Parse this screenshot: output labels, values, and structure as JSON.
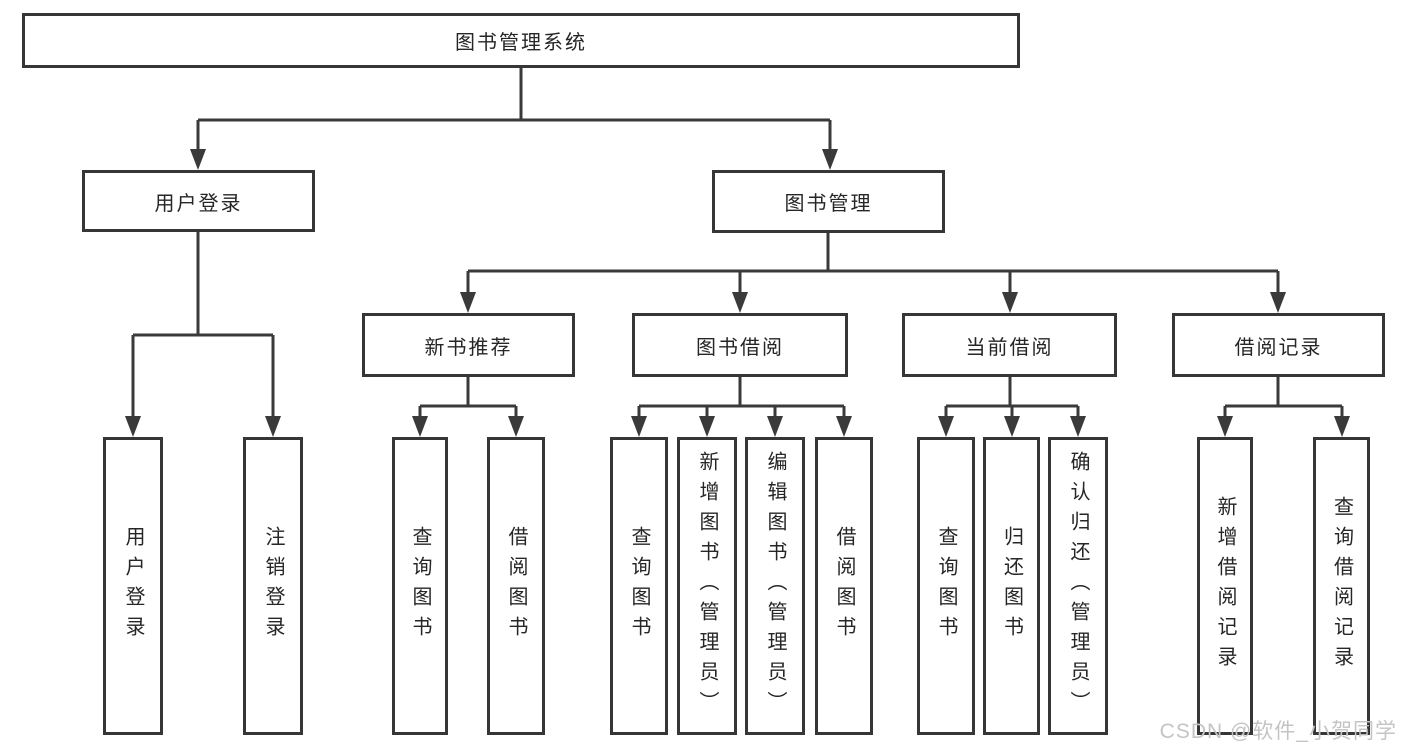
{
  "diagram_type": "function-structure-tree",
  "colors": {
    "background": "#ffffff",
    "line": "#3a3a3a",
    "box_border": "#363636",
    "text": "#262626",
    "watermark": "#c4c4c4"
  },
  "root": {
    "label": "图书管理系统"
  },
  "branches": [
    {
      "label": "用户登录",
      "children": [
        {
          "label": "用户登录"
        },
        {
          "label": "注销登录"
        }
      ]
    },
    {
      "label": "图书管理",
      "children": [
        {
          "label": "新书推荐",
          "children": [
            {
              "label": "查询图书"
            },
            {
              "label": "借阅图书"
            }
          ]
        },
        {
          "label": "图书借阅",
          "children": [
            {
              "label": "查询图书"
            },
            {
              "label": "新增图书（管理员）"
            },
            {
              "label": "编辑图书（管理员）"
            },
            {
              "label": "借阅图书"
            }
          ]
        },
        {
          "label": "当前借阅",
          "children": [
            {
              "label": "查询图书"
            },
            {
              "label": "归还图书"
            },
            {
              "label": "确认归还（管理员）"
            }
          ]
        },
        {
          "label": "借阅记录",
          "children": [
            {
              "label": "新增借阅记录"
            },
            {
              "label": "查询借阅记录"
            }
          ]
        }
      ]
    }
  ],
  "watermark": {
    "text": "CSDN @软件_小贺同学"
  }
}
